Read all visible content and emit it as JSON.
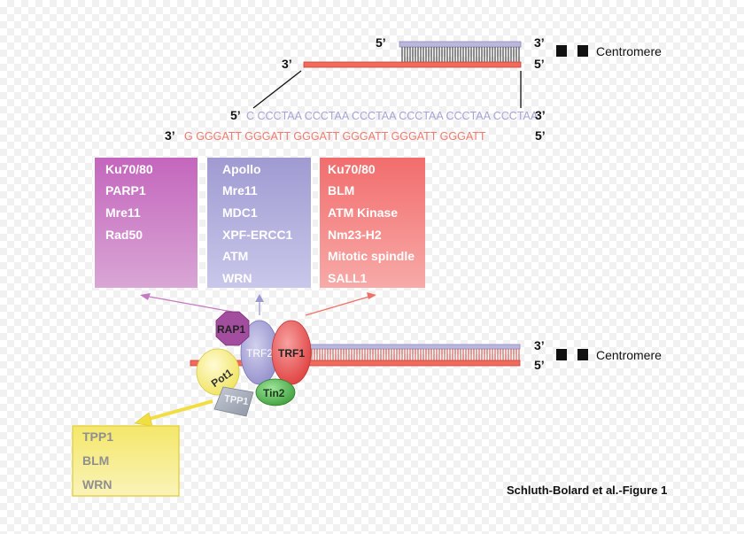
{
  "top_strand": {
    "label_5_upper": "5’",
    "label_3_upper_right": "3’",
    "label_3_lower": "3’",
    "label_5_lower_right": "5’",
    "centromere": "Centromere"
  },
  "sequence": {
    "c_strand_5": "5’",
    "c_strand": "C CCCTAA CCCTAA CCCTAA CCCTAA CCCTAA CCCTAA",
    "c_strand_3": "3’",
    "g_strand_3": "3’",
    "g_strand": "G GGGATT GGGATT GGGATT GGGATT GGGATT GGGATT",
    "g_strand_5": "5’"
  },
  "boxes": {
    "magenta": [
      "Ku70/80",
      "PARP1",
      "Mre11",
      "Rad50"
    ],
    "lavender": [
      "Apollo",
      "Mre11",
      "MDC1",
      "XPF-ERCC1",
      "ATM",
      "WRN"
    ],
    "salmon": [
      "Ku70/80",
      "BLM",
      "ATM Kinase",
      "Nm23-H2",
      "Mitotic spindle",
      "SALL1"
    ],
    "yellow": [
      "TPP1",
      "BLM",
      "WRN"
    ]
  },
  "complex": {
    "rap1": "RAP1",
    "trf2": "TRF2",
    "trf1": "TRF1",
    "pot1": "Pot1",
    "tpp1": "TPP1",
    "tin2": "Tin2"
  },
  "bottom_strand": {
    "label_3": "3’",
    "label_5": "5’",
    "centromere": "Centromere"
  },
  "caption": "Schluth-Bolard et al.-Figure 1",
  "colors": {
    "red_strand": "#f26a5c",
    "lavender_strand": "#b9b7dc",
    "magenta": "#c77bc0",
    "lavender": "#a9a6d6",
    "salmon": "#f27f7c",
    "yellow": "#f6ec86",
    "trf1": "#ee5a5a",
    "tin2": "#4caf50",
    "rap1": "#a24d9e"
  }
}
